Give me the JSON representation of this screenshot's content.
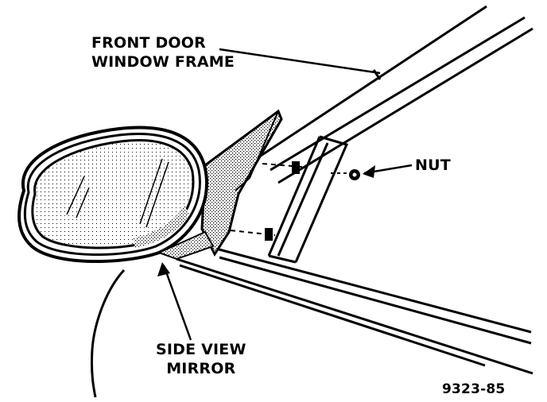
{
  "figure": {
    "label_frame_line1": "FRONT DOOR",
    "label_frame_line2": "WINDOW FRAME",
    "label_nut": "NUT",
    "label_mirror_line1": "SIDE VIEW",
    "label_mirror_line2": "MIRROR",
    "figure_number": "9323-85"
  },
  "colors": {
    "ink": "#000000",
    "paper": "#ffffff"
  }
}
